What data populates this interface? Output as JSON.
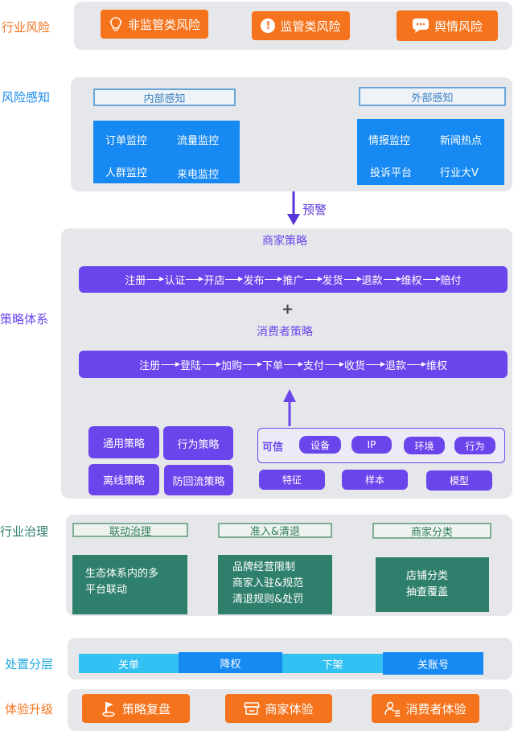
{
  "colors": {
    "orange": "#f5731c",
    "blue": "#1689f2",
    "purple": "#6b45ec",
    "green": "#2f7f6d",
    "panel": "#e6e7ea"
  },
  "industry_risk": {
    "label": "行业风险",
    "buttons": [
      {
        "label": "非监管类风险",
        "icon": "lightbulb-icon"
      },
      {
        "label": "监管类风险",
        "icon": "exclamation-icon"
      },
      {
        "label": "舆情风险",
        "icon": "chat-bubble-icon"
      }
    ]
  },
  "risk_perception": {
    "label": "风险感知",
    "internal": {
      "title": "内部感知",
      "items": [
        "订单监控",
        "流量监控",
        "人群监控",
        "来电监控"
      ]
    },
    "external": {
      "title": "外部感知",
      "items": [
        "情报监控",
        "新闻热点",
        "投诉平台",
        "行业大V"
      ]
    }
  },
  "warning": "预警",
  "strategy": {
    "label": "策略体系",
    "merchant_title": "商家策略",
    "merchant_flow": [
      "注册",
      "认证",
      "开店",
      "发布",
      "推广",
      "发货",
      "退款",
      "维权",
      "赔付"
    ],
    "plus": "+",
    "consumer_title": "消费者策略",
    "consumer_flow": [
      "注册",
      "登陆",
      "加购",
      "下单",
      "支付",
      "收货",
      "退款",
      "维权"
    ],
    "policies": [
      "通用策略",
      "行为策略",
      "离线策略",
      "防回流策略"
    ],
    "trust_label": "可信",
    "trust_items": [
      "设备",
      "IP",
      "环境",
      "行为"
    ],
    "bottom_items": [
      "特征",
      "样本",
      "模型"
    ]
  },
  "governance": {
    "label": "行业治理",
    "columns": [
      {
        "title": "联动治理",
        "lines": [
          "生态体系内的多",
          "平台联动"
        ]
      },
      {
        "title": "准入&清退",
        "lines": [
          "品牌经营限制",
          "商家入驻&规范",
          "清退规则&处罚"
        ]
      },
      {
        "title": "商家分类",
        "lines": [
          "店铺分类",
          "抽查覆盖"
        ]
      }
    ]
  },
  "disposal": {
    "label": "处置分层",
    "segments": [
      "关单",
      "降权",
      "下架",
      "关账号"
    ]
  },
  "experience": {
    "label": "体验升级",
    "buttons": [
      {
        "label": "策略复盘",
        "icon": "flag-icon"
      },
      {
        "label": "商家体验",
        "icon": "store-icon"
      },
      {
        "label": "消费者体验",
        "icon": "user-list-icon"
      }
    ]
  }
}
